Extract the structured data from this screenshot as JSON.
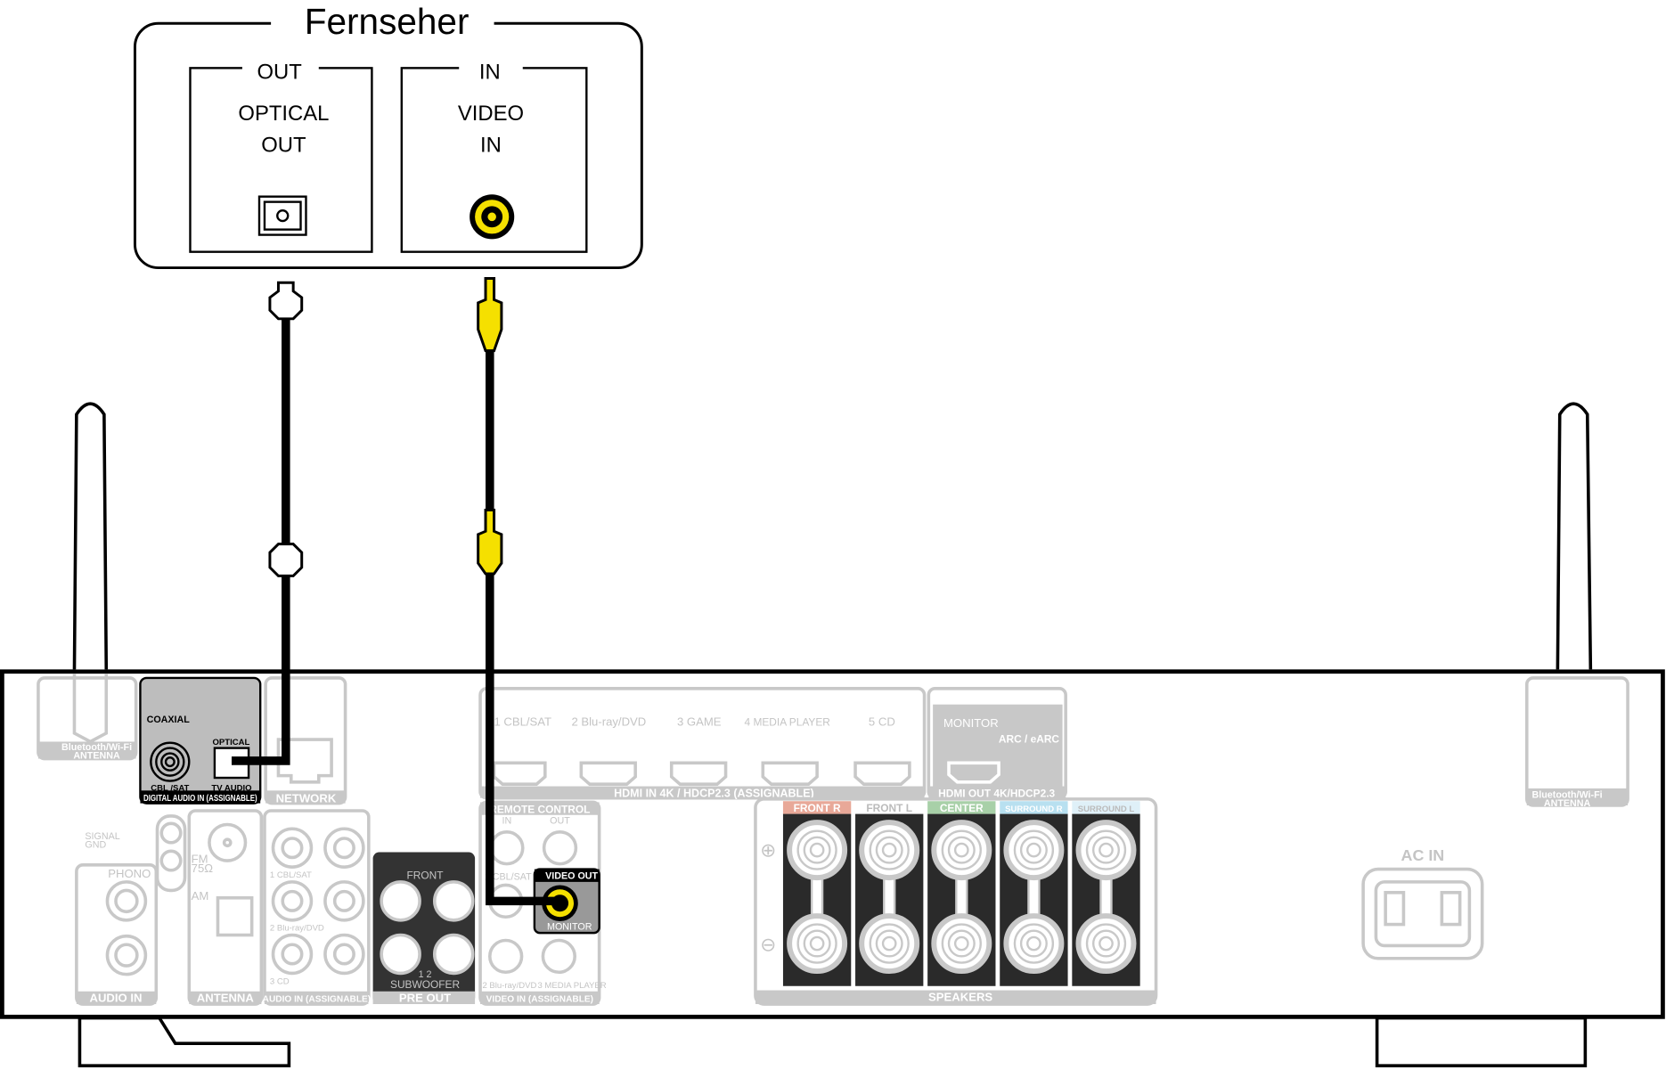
{
  "tv": {
    "title": "Fernseher",
    "out_group": "OUT",
    "optical_out_line1": "OPTICAL",
    "optical_out_line2": "OUT",
    "in_group": "IN",
    "video_in_line1": "VIDEO",
    "video_in_line2": "IN"
  },
  "receiver": {
    "bt_antenna_left": [
      "Bluetooth/Wi-Fi",
      "ANTENNA"
    ],
    "bt_antenna_right": [
      "Bluetooth/Wi-Fi",
      "ANTENNA"
    ],
    "digital_audio": {
      "coaxial": "COAXIAL",
      "optical": "OPTICAL",
      "cbl_sat": "CBL /SAT",
      "tv_audio": "TV AUDIO",
      "footer": "DIGITAL AUDIO IN (ASSIGNABLE)"
    },
    "network": "NETWORK",
    "hdmi_in": {
      "inputs": [
        "1 CBL/SAT",
        "2 Blu-ray/DVD",
        "3 GAME",
        "4 MEDIA PLAYER",
        "5 CD"
      ],
      "footer": "HDMI IN  4K / HDCP2.3 (ASSIGNABLE)"
    },
    "hdmi_out": {
      "monitor": "MONITOR",
      "arc": "ARC / eARC",
      "footer": "HDMI OUT 4K/HDCP2.3"
    },
    "signal_gnd": [
      "SIGNAL",
      "GND"
    ],
    "phono": "PHONO",
    "audio_in": "AUDIO IN",
    "antenna": {
      "fm": [
        "FM",
        "75Ω"
      ],
      "am": "AM",
      "footer": "ANTENNA"
    },
    "audio_in_assignable": {
      "inputs": [
        "1 CBL/SAT",
        "2 Blu-ray/DVD",
        "3 CD"
      ],
      "footer": "AUDIO IN (ASSIGNABLE)"
    },
    "pre_out": {
      "front": "FRONT",
      "subwoofer": "SUBWOOFER",
      "sub_numbers": "1  2",
      "footer": "PRE OUT"
    },
    "remote_control": {
      "title": "REMOTE CONTROL",
      "in": "IN",
      "out": "OUT"
    },
    "video_out": {
      "title": "VIDEO OUT",
      "monitor": "MONITOR"
    },
    "video_in": {
      "inputs": [
        "1 CBL/SAT",
        "2 Blu-ray/DVD",
        "3 MEDIA PLAYER"
      ],
      "footer": "VIDEO IN (ASSIGNABLE)"
    },
    "speakers": {
      "channels": [
        "FRONT R",
        "FRONT L",
        "CENTER",
        "SURROUND R",
        "SURROUND L"
      ],
      "channel_colors": [
        "#e8a898",
        "#ffffff",
        "#a8d0a8",
        "#b8e0f0",
        "#dff0f8"
      ],
      "plus": "⊕",
      "minus": "⊖",
      "footer": "SPEAKERS"
    },
    "ac_in": "AC IN"
  },
  "colors": {
    "cable": "#000000",
    "rca_yellow": "#f5e000",
    "panel_gray": "#c8c8c8",
    "active_panel": "#bdbdbd"
  }
}
